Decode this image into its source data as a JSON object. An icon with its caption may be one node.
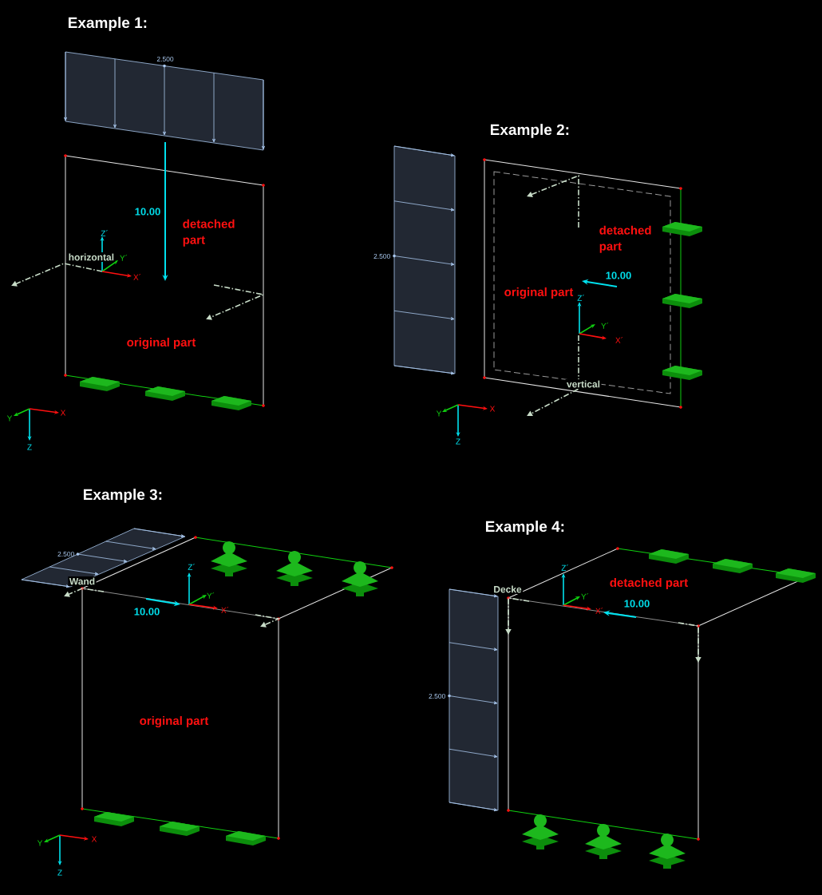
{
  "diagram": {
    "labels": [
      "Example 1:",
      "2.500",
      "10.00",
      "detached part",
      "Z´",
      "horizontal",
      "Y´",
      "X´",
      "original part",
      "Y",
      "X",
      "Z",
      "Example 2:",
      "2.500",
      "detached part",
      "10.00",
      "original part",
      "Z´",
      "Y´",
      "X´",
      "vertical",
      "Y",
      "X",
      "Z",
      "Example 3:",
      "2.500",
      "Z´",
      "Wand",
      "Y´",
      "10.00",
      "X´",
      "original part",
      "Y",
      "X",
      "Z",
      "Example 4:",
      "Z´",
      "Decke",
      "detached part",
      "Y´",
      "10.00",
      "X´",
      "2.500"
    ]
  }
}
